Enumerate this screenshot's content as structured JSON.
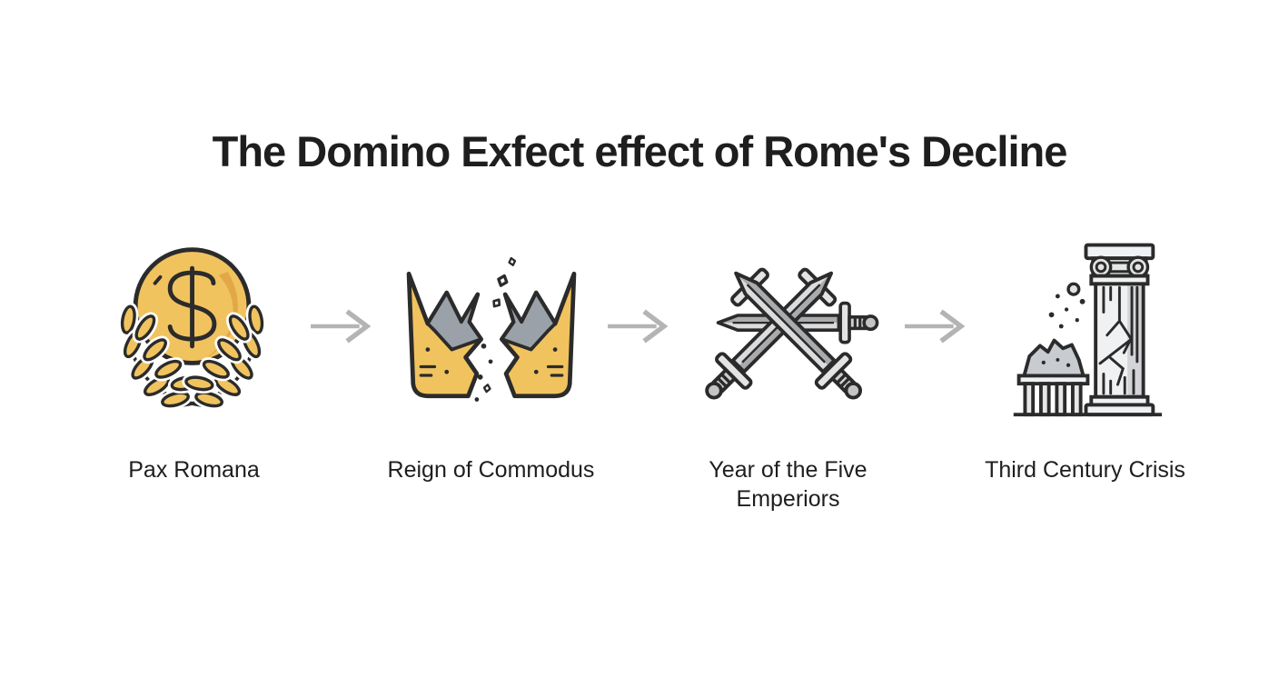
{
  "title": "The Domino Exfect effect of Rome's Decline",
  "stages": [
    {
      "id": "pax-romana",
      "label": "Pax Romana",
      "icon": "coin-laurel-icon"
    },
    {
      "id": "reign-of-commodus",
      "label": "Reign of Commodus",
      "icon": "broken-crown-icon"
    },
    {
      "id": "year-of-the-five-emperiors",
      "label": "Year of the Five Emperiors",
      "icon": "crossed-swords-icon"
    },
    {
      "id": "third-century-crisis",
      "label": "Third Century Crisis",
      "icon": "broken-column-icon"
    }
  ],
  "flow": {
    "arrow_direction": "right",
    "arrow_count": 3
  },
  "colors": {
    "background": "#FFFFFF",
    "text": "#1E1E1E",
    "outline": "#2B2B2B",
    "gold": "#F1C35F",
    "gold_dark": "#E2A746",
    "gray_inner": "#9BA1A8",
    "silver": "#DCDCDC",
    "silver_dark": "#A9ACAE",
    "arrow": "#B4B4B4"
  }
}
